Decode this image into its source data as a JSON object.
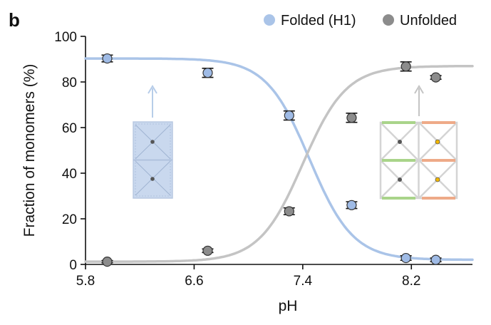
{
  "panel_label": "b",
  "colors": {
    "folded": "#aac4e8",
    "folded_marker": "#9fbbe6",
    "unfolded": "#c4c4c4",
    "unfolded_marker": "#8c8c8c",
    "axis": "#111111",
    "error_bar": "#111111"
  },
  "chart_data": {
    "type": "scatter",
    "xlabel": "pH",
    "ylabel": "Fraction of monomers (%)",
    "xlim": [
      5.8,
      8.65
    ],
    "ylim": [
      0,
      100
    ],
    "x_ticks": [
      5.8,
      6.6,
      7.4,
      8.2
    ],
    "x_tick_labels": [
      "5.8",
      "6.6",
      "7.4",
      "8.2"
    ],
    "y_ticks": [
      0,
      20,
      40,
      60,
      80,
      100
    ],
    "y_tick_labels": [
      "0",
      "20",
      "40",
      "60",
      "80",
      "100"
    ],
    "legend_position": "top-right",
    "grid": false,
    "series": [
      {
        "name": "Folded (H1)",
        "color_key": "folded",
        "x": [
          5.96,
          6.7,
          7.3,
          7.76,
          8.16,
          8.38
        ],
        "y": [
          90.3,
          84.0,
          65.3,
          26.0,
          2.8,
          2.0
        ],
        "err": [
          1.5,
          2.0,
          2.0,
          1.5,
          1.0,
          0.8
        ],
        "fit": {
          "model": "sigmoid",
          "upper": 90.3,
          "lower": 2.0,
          "midpoint": 7.45,
          "slope": 0.16
        }
      },
      {
        "name": "Unfolded",
        "color_key": "unfolded",
        "x": [
          5.96,
          6.7,
          7.3,
          7.76,
          8.16,
          8.38
        ],
        "y": [
          1.2,
          6.0,
          23.3,
          64.3,
          86.8,
          82.0
        ],
        "err": [
          0.5,
          0.8,
          1.5,
          2.0,
          2.0,
          0.8
        ],
        "fit": {
          "model": "sigmoid",
          "upper": 87.0,
          "lower": 1.2,
          "midpoint": 7.4,
          "slope": 0.16
        }
      }
    ],
    "insets": [
      {
        "name": "folded-structure",
        "kind": "folded",
        "arrow": "up"
      },
      {
        "name": "unfolded-structure",
        "kind": "unfolded",
        "arrow": "up"
      }
    ]
  }
}
